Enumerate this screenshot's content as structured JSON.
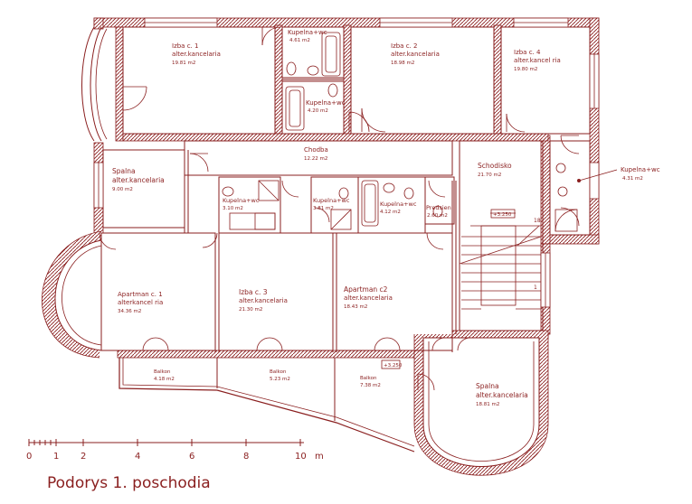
{
  "title": "Podorys 1. poschodia",
  "accent_color": "#8a1f1f",
  "rooms": [
    {
      "id": "izba1",
      "name": "Izba c. 1",
      "sub": "alter.kancelaria",
      "area": "19.81 m2"
    },
    {
      "id": "kup1",
      "name": "Kupelna+wc",
      "sub": "",
      "area": "4.61 m2"
    },
    {
      "id": "izba2",
      "name": "Izba c. 2",
      "sub": "alter.kancelaria",
      "area": "18.98 m2"
    },
    {
      "id": "izba4",
      "name": "Izba c. 4",
      "sub": "alter.kancel ria",
      "area": "19.80 m2"
    },
    {
      "id": "kup2",
      "name": "Kupelna+wc",
      "sub": "",
      "area": "4.20 m2"
    },
    {
      "id": "chodba",
      "name": "Chodba",
      "sub": "",
      "area": "12.22 m2"
    },
    {
      "id": "schodisko",
      "name": "Schodisko",
      "sub": "",
      "area": "21.70 m2"
    },
    {
      "id": "kup_right",
      "name": "Kupelna+wc",
      "sub": "",
      "area": "4.31 m2"
    },
    {
      "id": "spalna_l",
      "name": "Spalna",
      "sub": "alter.kancelaria",
      "area": "9.00 m2"
    },
    {
      "id": "kup3",
      "name": "Kupelna+wc",
      "sub": "",
      "area": "3.10 m2"
    },
    {
      "id": "kup4",
      "name": "Kupelna+wc",
      "sub": "",
      "area": "3.81 m2"
    },
    {
      "id": "kup5",
      "name": "Kupelna+wc",
      "sub": "",
      "area": "4.12 m2"
    },
    {
      "id": "predsien",
      "name": "Predsien",
      "sub": "",
      "area": "2.60 m2"
    },
    {
      "id": "apt1",
      "name": "Apartman c. 1",
      "sub": "alterkancel ria",
      "area": "34.36 m2"
    },
    {
      "id": "izba3",
      "name": "Izba c. 3",
      "sub": "alter.kancelaria",
      "area": "21.30 m2"
    },
    {
      "id": "apt2",
      "name": "Apartman c2",
      "sub": "alter.kancelaria",
      "area": "18.43 m2"
    },
    {
      "id": "balkon1",
      "name": "Balkon",
      "sub": "",
      "area": "4.18 m2"
    },
    {
      "id": "balkon2",
      "name": "Balkon",
      "sub": "",
      "area": "5.23 m2"
    },
    {
      "id": "balkon3",
      "name": "Balkon",
      "sub": "",
      "area": "7.38 m2"
    },
    {
      "id": "spalna_r",
      "name": "Spalna",
      "sub": "alter.kancelaria",
      "area": "18.81 m2"
    }
  ],
  "level_marks": [
    "+3.250",
    "+3.250"
  ],
  "stair_numbers": [
    "18",
    "1"
  ],
  "scale": {
    "ticks": [
      "0",
      "1",
      "2",
      "4",
      "6",
      "8",
      "10"
    ],
    "unit": "m"
  }
}
